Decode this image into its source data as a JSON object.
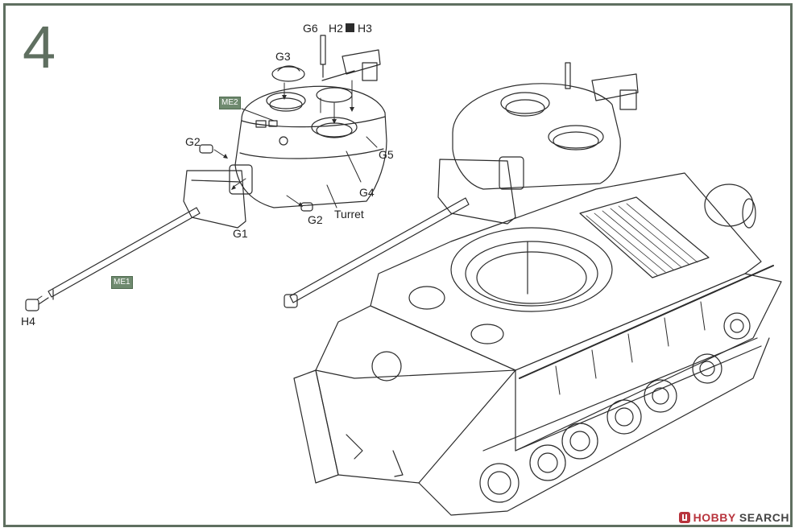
{
  "step_number": "4",
  "labels": {
    "g6": "G6",
    "h2": "H2",
    "h3": "H3",
    "g3": "G3",
    "me2": "ME2",
    "g2_top": "G2",
    "g5": "G5",
    "g4": "G4",
    "g2_bottom": "G2",
    "turret": "Turret",
    "g1": "G1",
    "me1": "ME1",
    "h4": "H4"
  },
  "logo": {
    "brand": "HOBBY",
    "suffix": " SEARCH"
  },
  "colors": {
    "frame": "#5f6f60",
    "badge": "#6f8a6f",
    "brand": "#b8343d"
  }
}
